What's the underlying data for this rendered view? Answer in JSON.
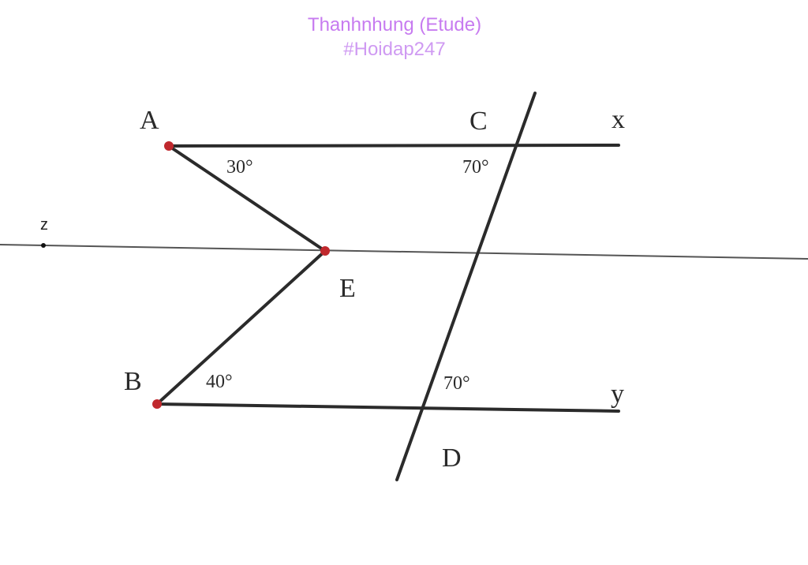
{
  "watermark": {
    "line1": "Thanhnhung (Etude)",
    "line2": "#Hoidap247"
  },
  "points": {
    "A": "A",
    "B": "B",
    "C": "C",
    "D": "D",
    "E": "E",
    "x": "x",
    "y": "y",
    "z": "z"
  },
  "angles": {
    "at_A": "30°",
    "at_C": "70°",
    "at_B": "40°",
    "at_D": "70°"
  },
  "colors": {
    "line": "#2b2b2b",
    "vertex_dot": "#c0282d",
    "watermark": "#c77bf0"
  }
}
